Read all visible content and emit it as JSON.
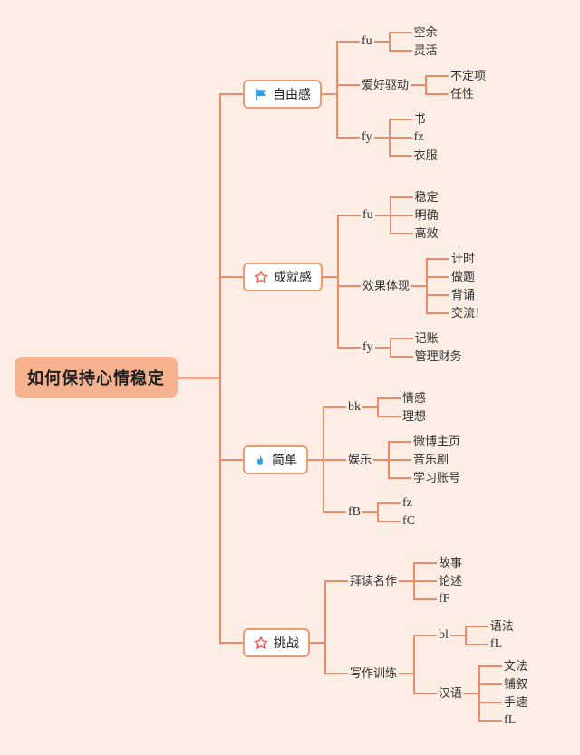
{
  "colors": {
    "background": "#FCEEE4",
    "line": "#ED8A6C",
    "root_connector": "#F3A78D",
    "root_fill": "#F6B18E",
    "box_border": "#F09A73",
    "icon_blue": "#2D9CE3",
    "icon_red": "#E2574C"
  },
  "root": {
    "label": "如何保持心情稳定",
    "children": [
      {
        "label": "自由感",
        "icon": "flag-icon",
        "children": [
          {
            "label": "fu",
            "children": [
              {
                "label": "空余"
              },
              {
                "label": "灵活"
              }
            ]
          },
          {
            "label": "爱好驱动",
            "children": [
              {
                "label": "不定项"
              },
              {
                "label": "任性"
              }
            ]
          },
          {
            "label": "fy",
            "children": [
              {
                "label": "书"
              },
              {
                "label": "fz"
              },
              {
                "label": "衣服"
              }
            ]
          }
        ]
      },
      {
        "label": "成就感",
        "icon": "star-icon",
        "children": [
          {
            "label": "fu",
            "children": [
              {
                "label": "稳定"
              },
              {
                "label": "明确"
              },
              {
                "label": "高效"
              }
            ]
          },
          {
            "label": "效果体现",
            "children": [
              {
                "label": "计时"
              },
              {
                "label": "做题"
              },
              {
                "label": "背诵"
              },
              {
                "label": "交流！"
              }
            ]
          },
          {
            "label": "fy",
            "children": [
              {
                "label": "记账"
              },
              {
                "label": "管理财务"
              }
            ]
          }
        ]
      },
      {
        "label": "简单",
        "icon": "flame-icon",
        "children": [
          {
            "label": "bk",
            "children": [
              {
                "label": "情感"
              },
              {
                "label": "理想"
              }
            ]
          },
          {
            "label": "娱乐",
            "children": [
              {
                "label": "微博主页"
              },
              {
                "label": "音乐剧"
              },
              {
                "label": "学习账号"
              }
            ]
          },
          {
            "label": "fB",
            "children": [
              {
                "label": "fz"
              },
              {
                "label": "fC"
              }
            ]
          }
        ]
      },
      {
        "label": "挑战",
        "icon": "star-icon",
        "children": [
          {
            "label": "拜读名作",
            "children": [
              {
                "label": "故事"
              },
              {
                "label": "论述"
              },
              {
                "label": "fF"
              }
            ]
          },
          {
            "label": "写作训练",
            "children": [
              {
                "label": "bl",
                "children": [
                  {
                    "label": "语法"
                  },
                  {
                    "label": "fL"
                  }
                ]
              },
              {
                "label": "汉语",
                "children": [
                  {
                    "label": "文法"
                  },
                  {
                    "label": "铺叙"
                  },
                  {
                    "label": "手速"
                  },
                  {
                    "label": "fL"
                  }
                ]
              }
            ]
          }
        ]
      }
    ]
  }
}
